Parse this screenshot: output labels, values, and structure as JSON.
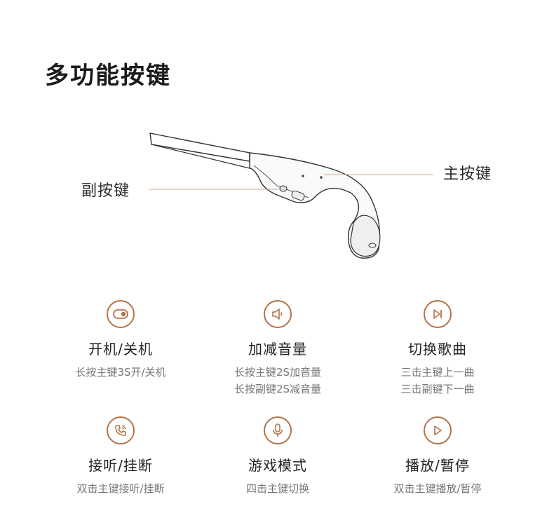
{
  "title": "多功能按键",
  "callouts": {
    "secondary_button": "副按键",
    "main_button": "主按键"
  },
  "colors": {
    "accent": "#b27448",
    "line": "#c9a98f"
  },
  "features": [
    {
      "icon": "power-toggle-icon",
      "name": "开机/关机",
      "desc": [
        "长按主键3S开/关机"
      ]
    },
    {
      "icon": "volume-icon",
      "name": "加减音量",
      "desc": [
        "长按主键2S加音量",
        "长按副键2S减音量"
      ]
    },
    {
      "icon": "skip-next-icon",
      "name": "切换歌曲",
      "desc": [
        "三击主键上一曲",
        "三击副键下一曲"
      ]
    },
    {
      "icon": "phone-call-icon",
      "name": "接听/挂断",
      "desc": [
        "双击主键接听/挂断"
      ]
    },
    {
      "icon": "microphone-icon",
      "name": "游戏模式",
      "desc": [
        "四击主键切换"
      ]
    },
    {
      "icon": "play-icon",
      "name": "播放/暂停",
      "desc": [
        "双击主键播放/暂停"
      ]
    }
  ]
}
